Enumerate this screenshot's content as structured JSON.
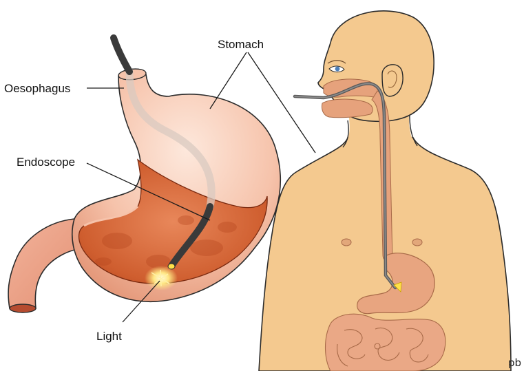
{
  "labels": {
    "stomach": "Stomach",
    "oesophagus": "Oesophagus",
    "endoscope": "Endoscope",
    "light": "Light"
  },
  "signature": "pb",
  "colors": {
    "skin": "#f4c98f",
    "skin_outline": "#2b2b2b",
    "stomach_outer": "#f7c9b4",
    "stomach_inner": "#c9532a",
    "endoscope": "#3a3a3a",
    "light": "#ffe36a",
    "intestine": "#e8a580"
  }
}
